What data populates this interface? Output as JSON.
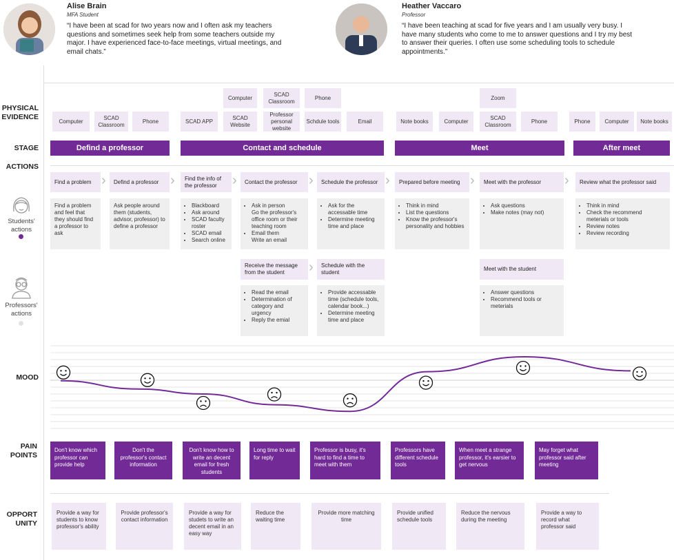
{
  "personas": [
    {
      "name": "Alise Brain",
      "role": "MFA Student",
      "quote": "“I have been at scad for two years now and I often ask my teachers questions and sometimes seek help from some teachers outside my major. I have experienced face-to-face meetings, virtual meetings, and email chats.”"
    },
    {
      "name": "Heather Vaccaro",
      "role": "Professor",
      "quote": "“I have been teaching at scad for five years and I am usually very busy. I have many students who come to me to answer questions and I try my best to answer their queries. I often use some scheduling tools to schedule appointments.”"
    }
  ],
  "labels": {
    "physical_evidence": "PHYSICAL EVIDENCE",
    "stage": "STAGE",
    "actions": "ACTIONS",
    "students_actions": "Students' actions",
    "professors_actions": "Professors' actions",
    "mood": "MOOD",
    "pain_points": "PAIN POINTS",
    "opportunity": "OPPORT UNITY"
  },
  "physical_evidence": [
    "Computer",
    "SCAD Classroom",
    "Phone",
    "SCAD APP",
    "SCAD Website",
    "Professor personal website",
    "Schdule tools",
    "Email",
    "Note books",
    "Computer",
    "SCAD Classroom",
    "Phone",
    "Phone",
    "Computer",
    "Note books",
    "Computer",
    "SCAD Classroom",
    "Phone",
    "Zoom"
  ],
  "stages": [
    "Defind a professor",
    "Contact and schedule",
    "Meet",
    "After meet"
  ],
  "student_actions": [
    {
      "title": "Find a problem",
      "detail": "Find a problem and feel that they should find a professor to ask"
    },
    {
      "title": "Defind a professor",
      "detail": "Ask people around them (students, advisor, professor) to define a professor"
    },
    {
      "title": "Find the info of the professor",
      "items": [
        "Blackboard",
        "Ask around",
        "SCAD faculty roster",
        "SCAD email",
        "Search online"
      ]
    },
    {
      "title": "Contact the professor",
      "items": [
        "Ask in person\nGo the professor's office room or their teaching room",
        "Email them\nWrite an email"
      ]
    },
    {
      "title": "Schedule the professor",
      "items": [
        "Ask for the accessable time",
        "Determine meeting time and place"
      ]
    },
    {
      "title": "Prepared before meeting",
      "items": [
        "Think in mind",
        "List the questions",
        "Know the professor's personality and hobbies"
      ]
    },
    {
      "title": "Meet with the professor",
      "items": [
        "Ask questions",
        "Make notes (may not)"
      ]
    },
    {
      "title": "Review what the professor said",
      "items": [
        "Think in mind",
        "Check the recommend meterials or tools",
        "Review notes",
        "Review recording"
      ]
    }
  ],
  "professor_actions": [
    {
      "title": "Receive the message from the student",
      "items": [
        "Read the email",
        "Determination of category and urgency",
        "Reply the emial"
      ]
    },
    {
      "title": "Schedule with the student",
      "items": [
        "Provide accessable time (schedule tools, calendar book...)",
        "Determine meeting time and place"
      ]
    },
    {
      "title": "Meet with the student",
      "items": [
        "Answer questions",
        "Recommend tools or meterials"
      ]
    }
  ],
  "mood": [
    {
      "score": 5.6,
      "face": "happy"
    },
    {
      "score": 4.6,
      "face": "happy"
    },
    {
      "score": 4.0,
      "face": "sad"
    },
    {
      "score": 2.7,
      "face": "sad"
    },
    {
      "score": 1.9,
      "face": "sad"
    },
    {
      "score": 6.7,
      "face": "happy"
    },
    {
      "score": 8.5,
      "face": "happy"
    },
    {
      "score": 6.8,
      "face": "happy"
    }
  ],
  "pain_points": [
    "Don't know which professor can provide help",
    "Don't the professor's contact information",
    "Don't know how to write an decent email for fresh students",
    "Long time to wait for reply",
    "Professor is busy, it's hard to find a time to meet with them",
    "Professors have different schedule tools",
    "When meet a strange professor, it's earsier to get nervous",
    "May forget what professor said after meeting"
  ],
  "opportunities": [
    "Provide a way for students to know professor's ability",
    "Provide professor's contact information",
    "Provide a way for studets to write an decent email in an easy way",
    "Reduce the waiting time",
    "Provide more matching time",
    "Provide unified schedule tools",
    "Reduce the nervous during the meeting",
    "Provide a way to record what professor said"
  ],
  "colors": {
    "accent": "#722a97",
    "light": "#f0e9f5",
    "gray": "#efefef"
  }
}
